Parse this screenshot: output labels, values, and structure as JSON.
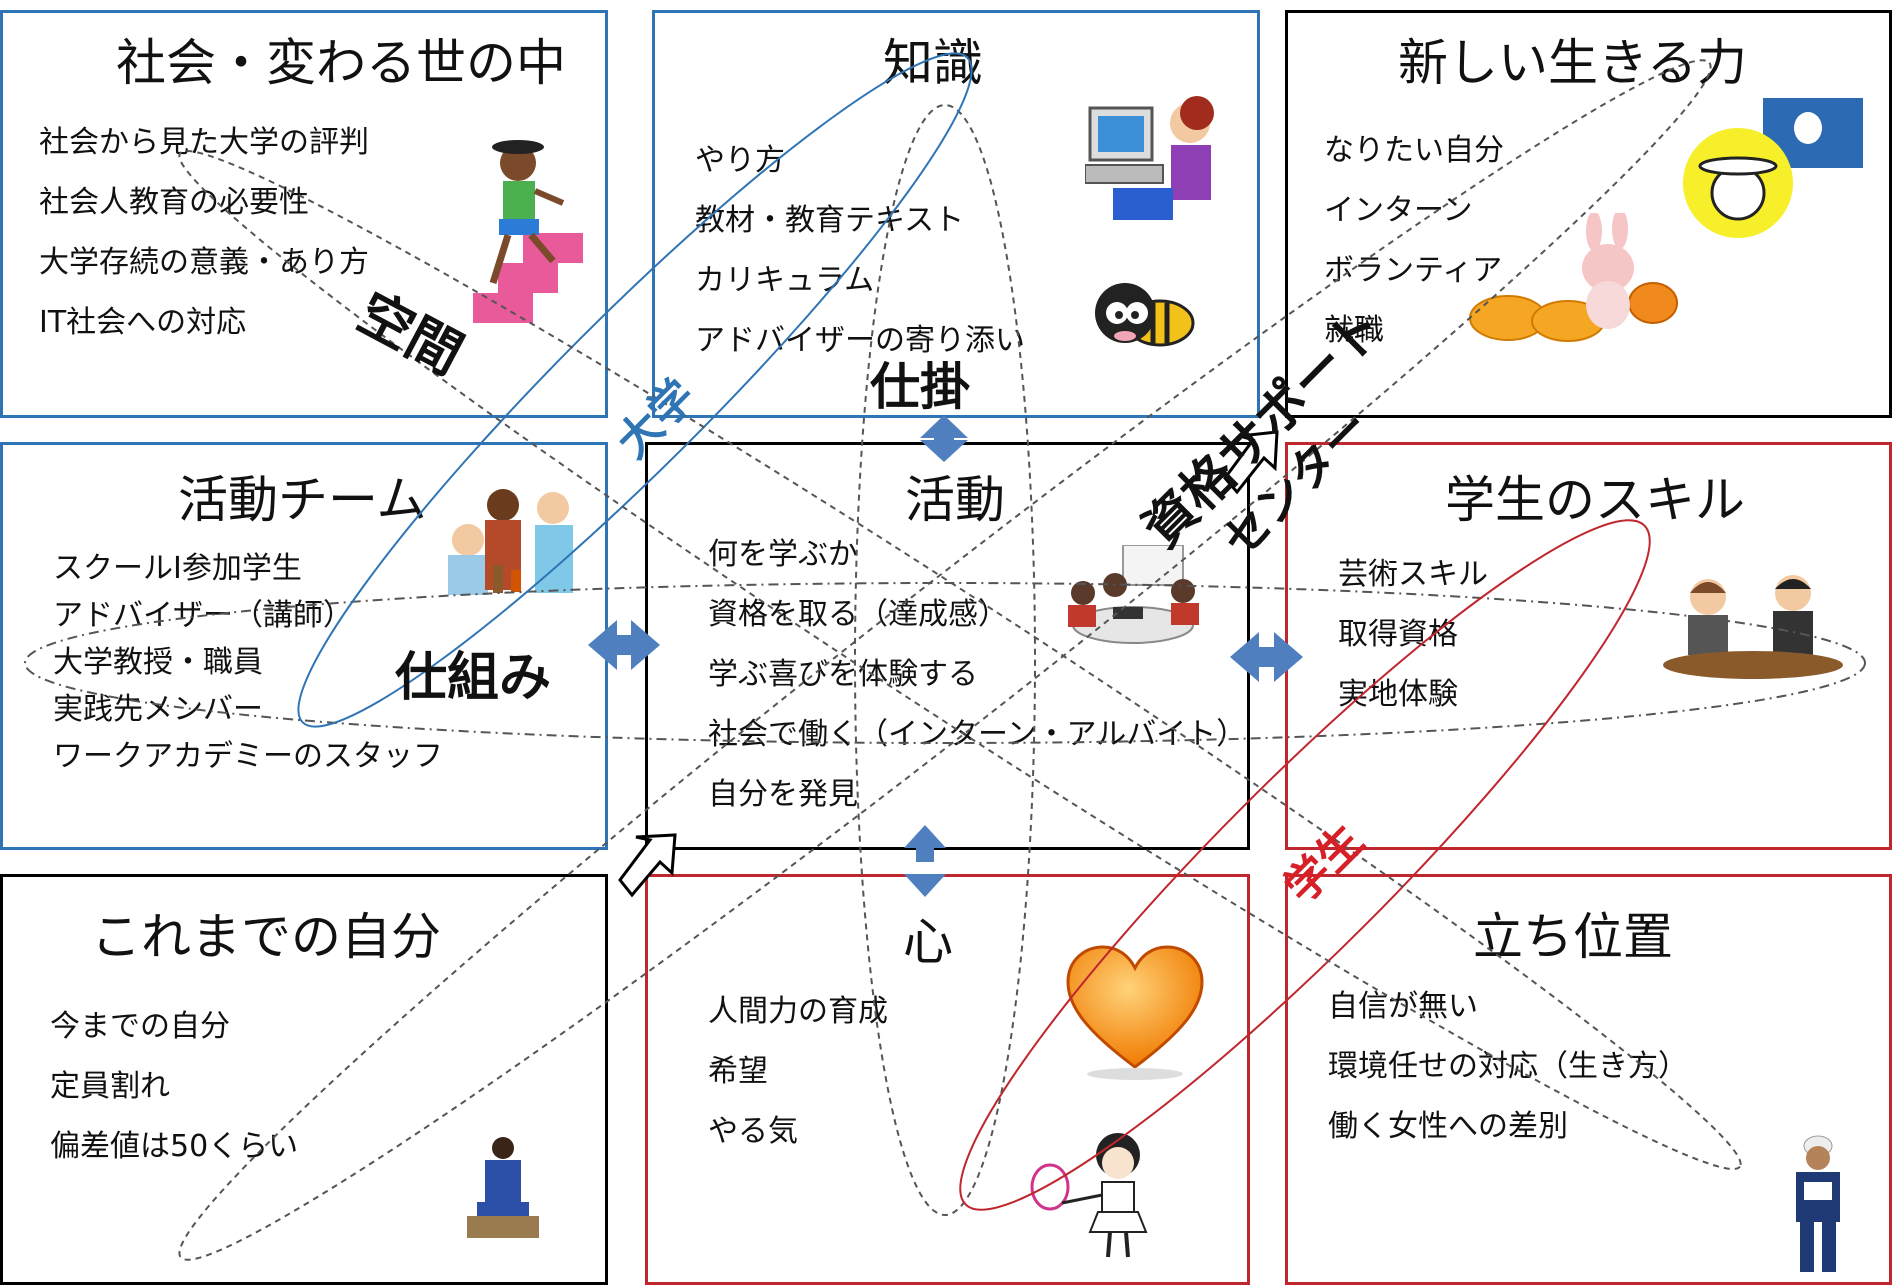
{
  "colors": {
    "blue_border": "#2f74b5",
    "red_border": "#c0262d",
    "black_border": "#000000",
    "arrow_fill": "#4f7fbf",
    "university_label": "#2f74b5",
    "student_label": "#d71f28"
  },
  "boxes": {
    "society": {
      "title": "社会・変わる世の中",
      "items": [
        "社会から見た大学の評判",
        "社会人教育の必要性",
        "大学存続の意義・あり方",
        "IT社会への対応"
      ]
    },
    "knowledge": {
      "title": "知識",
      "items": [
        "やり方",
        "教材・教育テキスト",
        "カリキュラム",
        "アドバイザーの寄り添い"
      ]
    },
    "new_power": {
      "title": "新しい生きる力",
      "items": [
        "なりたい自分",
        "インターン",
        "ボランティア",
        "就職"
      ]
    },
    "team": {
      "title": "活動チーム",
      "items": [
        "スクールI参加学生",
        "アドバイザー（講師）",
        "大学教授・職員",
        "実践先メンバー",
        "ワークアカデミーのスタッフ"
      ]
    },
    "activity": {
      "title": "活動",
      "items": [
        "何を学ぶか",
        "資格を取る（達成感）",
        "学ぶ喜びを体験する",
        "社会で働く（インターン・アルバイト）",
        "自分を発見"
      ]
    },
    "skills": {
      "title": "学生のスキル",
      "items": [
        "芸術スキル",
        "取得資格",
        "実地体験"
      ]
    },
    "past_self": {
      "title": "これまでの自分",
      "items": [
        "今までの自分",
        "定員割れ",
        "偏差値は50くらい"
      ]
    },
    "heart": {
      "title": "心",
      "items": [
        "人間力の育成",
        "希望",
        "やる気"
      ]
    },
    "position": {
      "title": "立ち位置",
      "items": [
        "自信が無い",
        "環境任せの対応（生き方）",
        "働く女性への差別"
      ]
    }
  },
  "overlay_labels": {
    "space": "空間",
    "university": "大学",
    "mechanism": "仕掛",
    "structure": "仕組み",
    "qualification_support": "資格サポート",
    "center": "センター",
    "student": "学生"
  }
}
